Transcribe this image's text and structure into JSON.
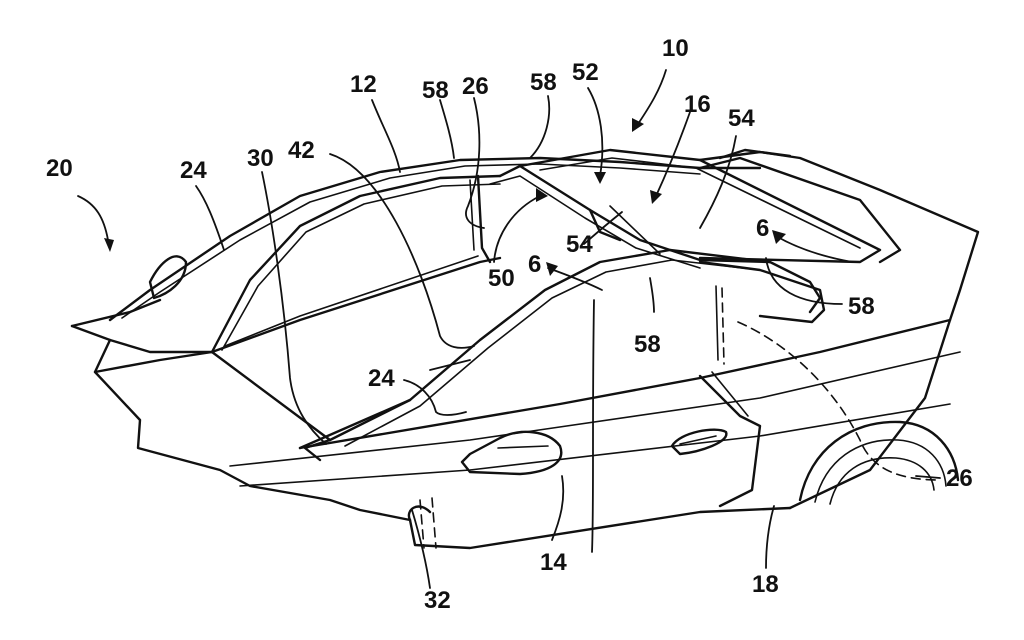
{
  "figure": {
    "subject": "vehicle",
    "reference_numerals": [
      {
        "id": "ref-20",
        "text": "20"
      },
      {
        "id": "ref-24a",
        "text": "24"
      },
      {
        "id": "ref-30",
        "text": "30"
      },
      {
        "id": "ref-42",
        "text": "42"
      },
      {
        "id": "ref-12",
        "text": "12"
      },
      {
        "id": "ref-58a",
        "text": "58"
      },
      {
        "id": "ref-26a",
        "text": "26"
      },
      {
        "id": "ref-58b",
        "text": "58"
      },
      {
        "id": "ref-52",
        "text": "52"
      },
      {
        "id": "ref-10",
        "text": "10"
      },
      {
        "id": "ref-16",
        "text": "16"
      },
      {
        "id": "ref-54a",
        "text": "54"
      },
      {
        "id": "ref-6a",
        "text": "6"
      },
      {
        "id": "ref-54b",
        "text": "54"
      },
      {
        "id": "ref-50",
        "text": "50"
      },
      {
        "id": "ref-6b",
        "text": "6"
      },
      {
        "id": "ref-58c",
        "text": "58"
      },
      {
        "id": "ref-58d",
        "text": "58"
      },
      {
        "id": "ref-24b",
        "text": "24"
      },
      {
        "id": "ref-26b",
        "text": "26"
      },
      {
        "id": "ref-32",
        "text": "32"
      },
      {
        "id": "ref-14",
        "text": "14"
      },
      {
        "id": "ref-18",
        "text": "18"
      }
    ]
  }
}
